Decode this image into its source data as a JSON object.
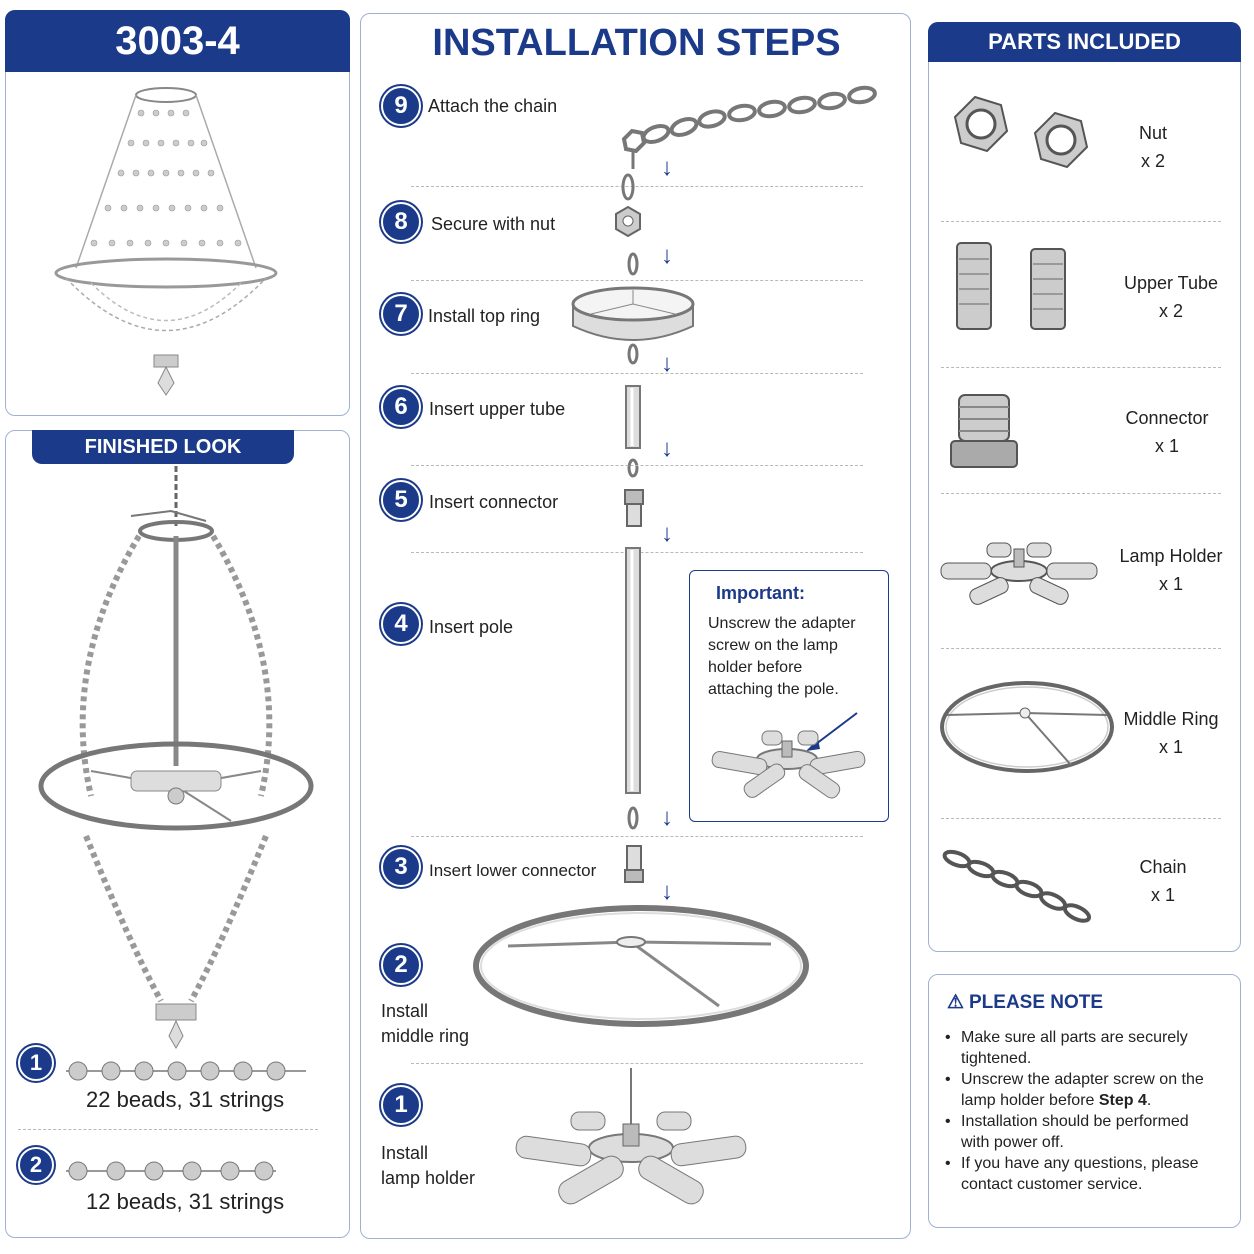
{
  "model": {
    "code": "3003-4"
  },
  "finished": {
    "title": "FINISHED LOOK",
    "beads": [
      {
        "num": "1",
        "text": "22 beads, 31 strings"
      },
      {
        "num": "2",
        "text": "12 beads, 31 strings"
      }
    ]
  },
  "install": {
    "title": "INSTALLATION STEPS",
    "steps": [
      {
        "num": "9",
        "label": "Attach the chain"
      },
      {
        "num": "8",
        "label": "Secure with nut"
      },
      {
        "num": "7",
        "label": "Install top ring"
      },
      {
        "num": "6",
        "label": "Insert upper tube"
      },
      {
        "num": "5",
        "label": "Insert connector"
      },
      {
        "num": "4",
        "label": "Insert pole"
      },
      {
        "num": "3",
        "label": "Insert lower connector"
      },
      {
        "num": "2",
        "label_line1": "Install",
        "label_line2": "middle ring"
      },
      {
        "num": "1",
        "label_line1": "Install",
        "label_line2": "lamp holder"
      }
    ],
    "important": {
      "title": "Important:",
      "text_lines": [
        "Unscrew the adapter",
        "screw on the lamp",
        "holder before",
        "attaching the pole."
      ]
    }
  },
  "parts": {
    "title": "PARTS INCLUDED",
    "items": [
      {
        "name": "Nut",
        "qty": "x 2",
        "icon": "nut-icon"
      },
      {
        "name": "Upper Tube",
        "qty": "x 2",
        "icon": "tube-icon"
      },
      {
        "name": "Connector",
        "qty": "x 1",
        "icon": "connector-icon"
      },
      {
        "name": "Lamp Holder",
        "qty": "x 1",
        "icon": "lamp-holder-icon"
      },
      {
        "name": "Middle Ring",
        "qty": "x 1",
        "icon": "ring-icon"
      },
      {
        "name": "Chain",
        "qty": "x 1",
        "icon": "chain-icon"
      }
    ]
  },
  "note": {
    "title": "PLEASE NOTE",
    "items": [
      {
        "text": "Make sure all parts are securely tightened."
      },
      {
        "text_before": "Unscrew the adapter screw on the lamp holder before ",
        "bold": "Step 4",
        "text_after": "."
      },
      {
        "text": "Installation should be performed with power off."
      },
      {
        "text": "If you have any questions, please contact customer service."
      }
    ]
  },
  "colors": {
    "navy": "#1b3a8a",
    "border": "#9fb2d3"
  }
}
